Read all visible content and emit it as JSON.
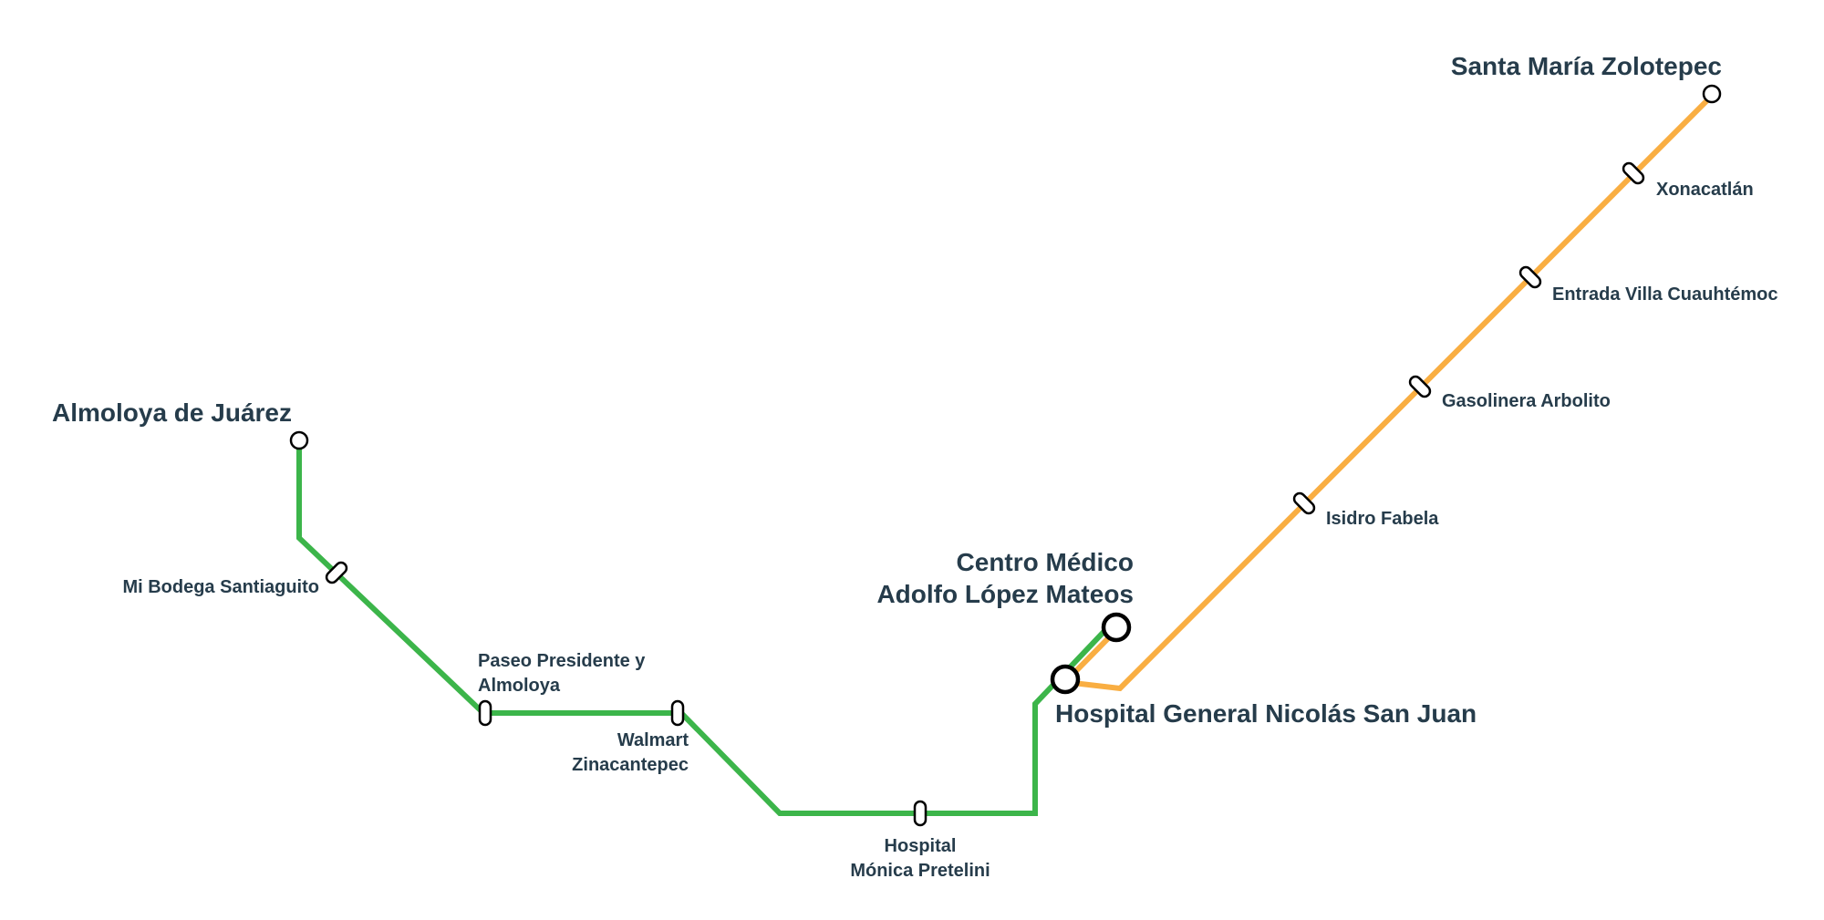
{
  "colors": {
    "green_line": "#3cb54a",
    "orange_line": "#f9ae42",
    "label_text": "#263c4b",
    "background": "#ffffff"
  },
  "green_line": {
    "color_name": "green",
    "stations": {
      "almoloya": "Almoloya de Juárez",
      "mi_bodega": "Mi Bodega Santiaguito",
      "paseo_1": "Paseo Presidente y",
      "paseo_2": "Almoloya",
      "walmart_1": "Walmart",
      "walmart_2": "Zinacantepec",
      "hospital_monica_1": "Hospital",
      "hospital_monica_2": "Mónica Pretelini"
    }
  },
  "orange_line": {
    "color_name": "orange",
    "stations": {
      "santa_maria": "Santa María Zolotepec",
      "xonacatlan": "Xonacatlán",
      "villa_cuauhtemoc": "Entrada Villa Cuauhtémoc",
      "gasolinera": "Gasolinera Arbolito",
      "isidro": "Isidro Fabela"
    }
  },
  "shared": {
    "centro_medico_1": "Centro Médico",
    "centro_medico_2": "Adolfo López Mateos",
    "hospital_general": "Hospital General Nicolás San Juan"
  }
}
